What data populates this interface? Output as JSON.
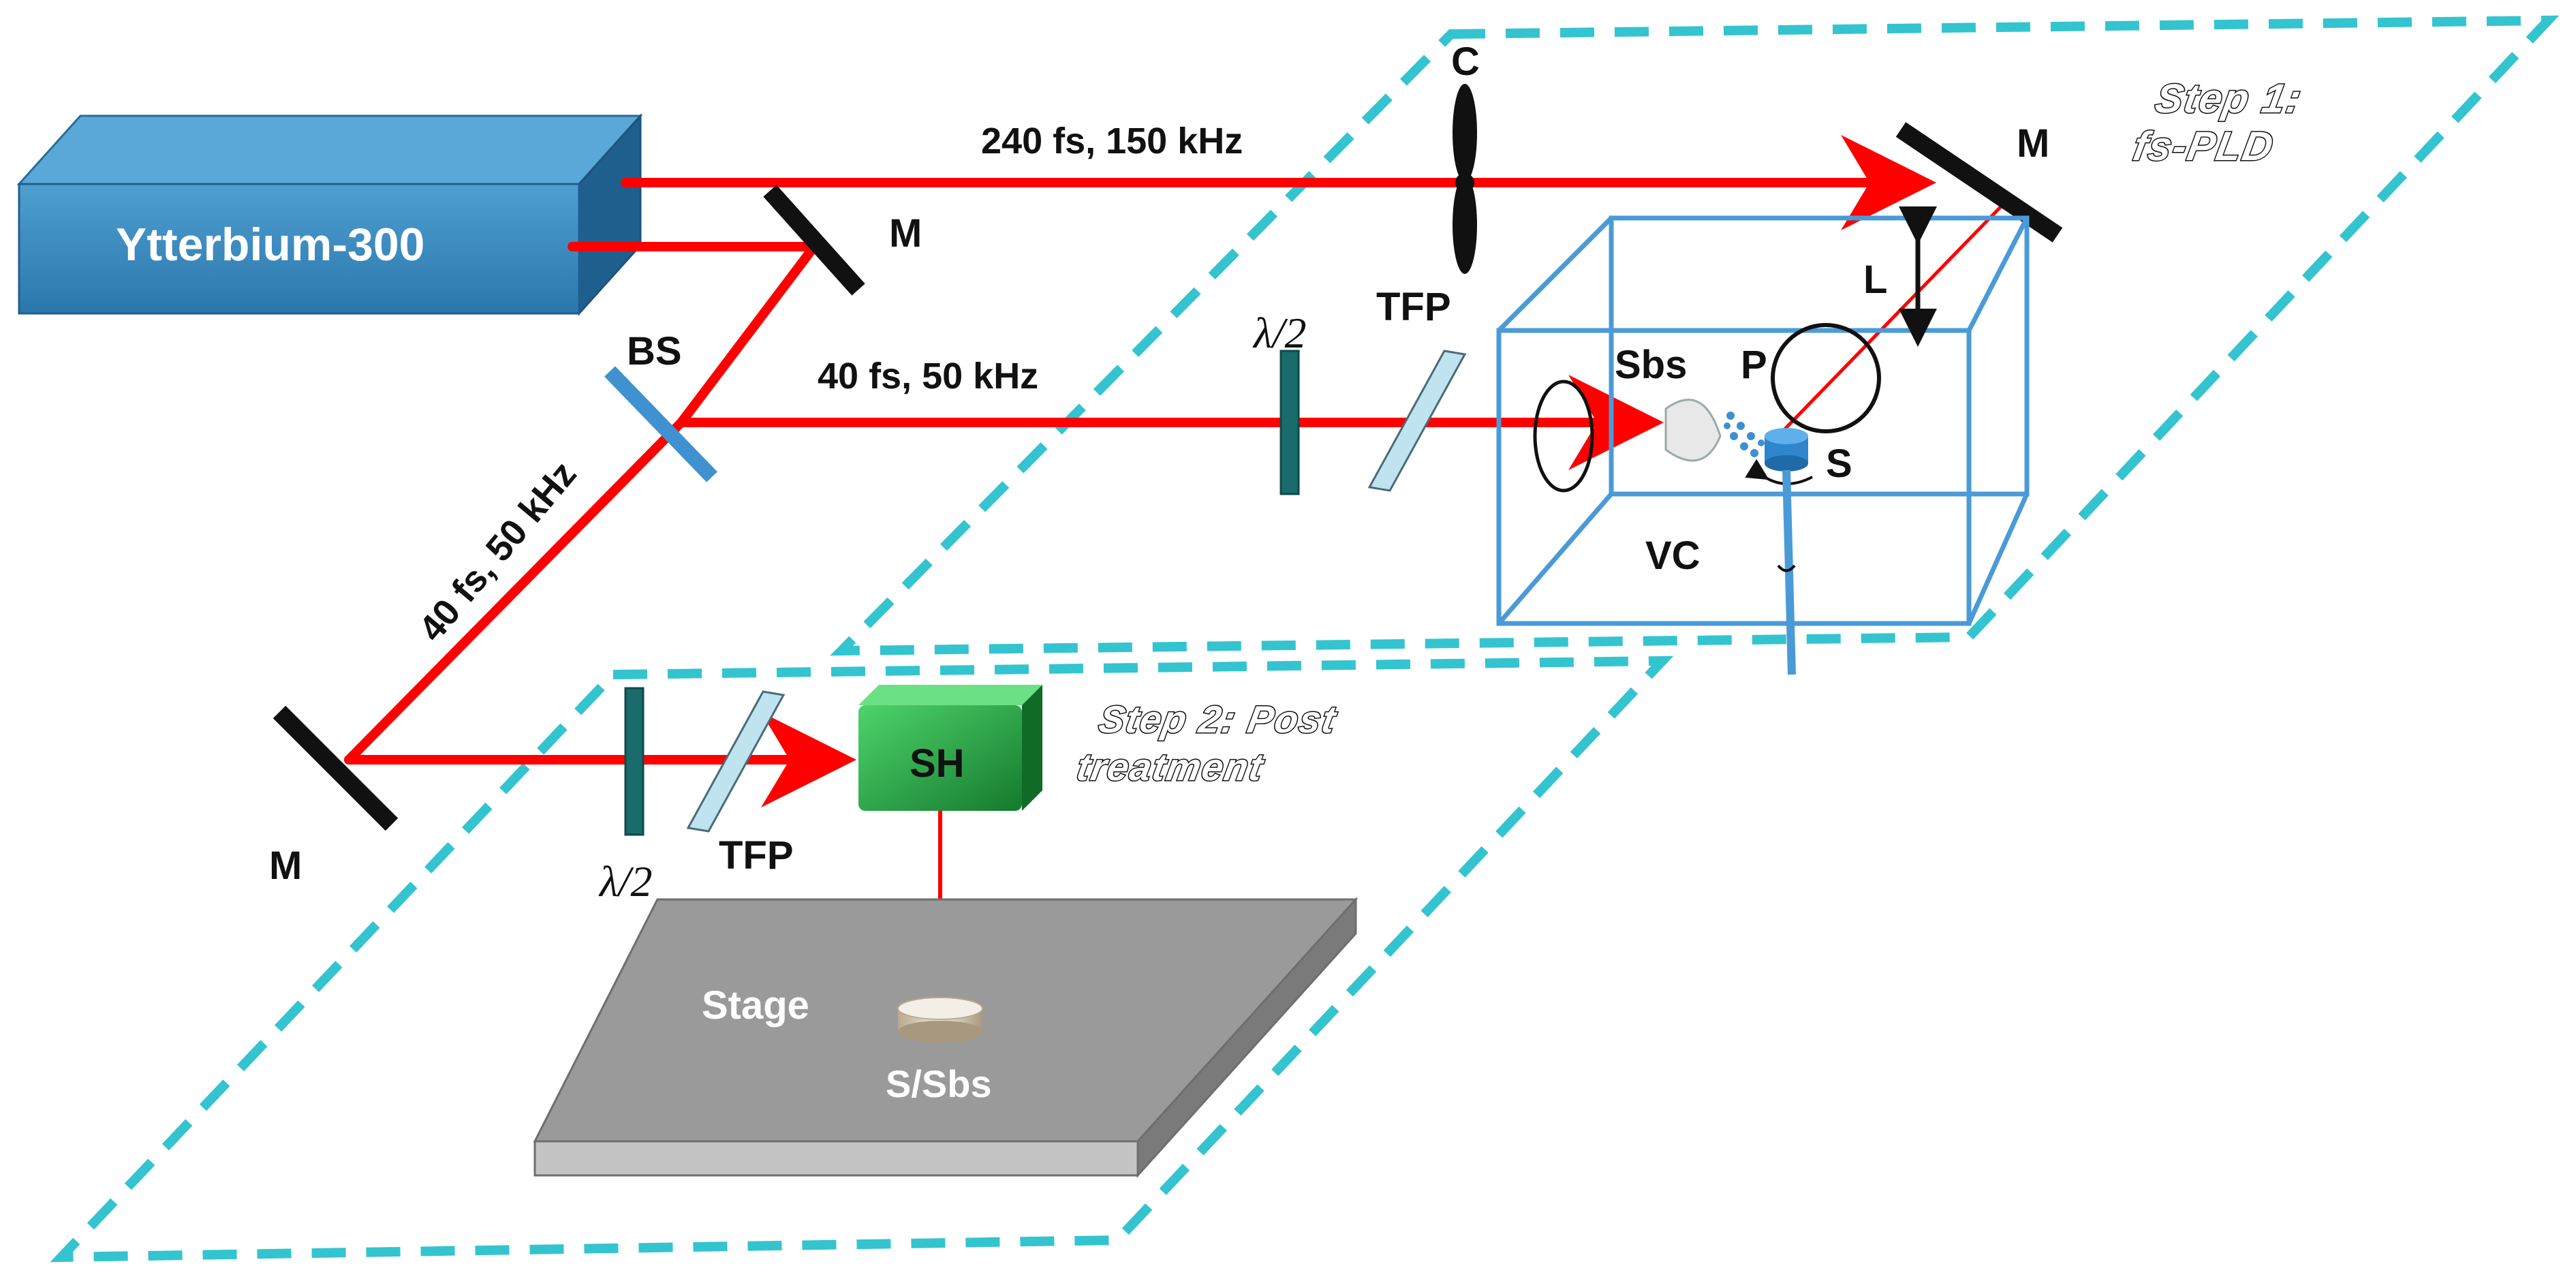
{
  "labels": {
    "laser_name": "Ytterbium-300",
    "beam_top": "240 fs, 150 kHz",
    "beam_mid": "40 fs, 50 kHz",
    "beam_diag": "40 fs, 50 kHz",
    "mirror_top_right": "M",
    "mirror_upper": "M",
    "mirror_lower": "M",
    "beam_splitter": "BS",
    "chopper": "C",
    "halfwave_step1": "λ/2",
    "tfp_step1": "TFP",
    "halfwave_step2": "λ/2",
    "tfp_step2": "TFP",
    "lens": "L",
    "plume": "P",
    "substrate": "Sbs",
    "sample": "S",
    "vacuum_chamber": "VC",
    "scan_head": "SH",
    "stage": "Stage",
    "stage_sample": "S/Sbs",
    "step1_line1": "Step 1:",
    "step1_line2": "fs-PLD",
    "step2_line1": "Step 2: Post",
    "step2_line2": "treatment"
  },
  "colors": {
    "beam": "#ff0000",
    "dashed_region": "#33c4d0",
    "laser_box": "#2f7fb3",
    "chamber": "#4a9ad8",
    "scan_head": "#1e9a3e",
    "waveplate": "#1a6b6b",
    "stage": "#8e8e8e"
  }
}
